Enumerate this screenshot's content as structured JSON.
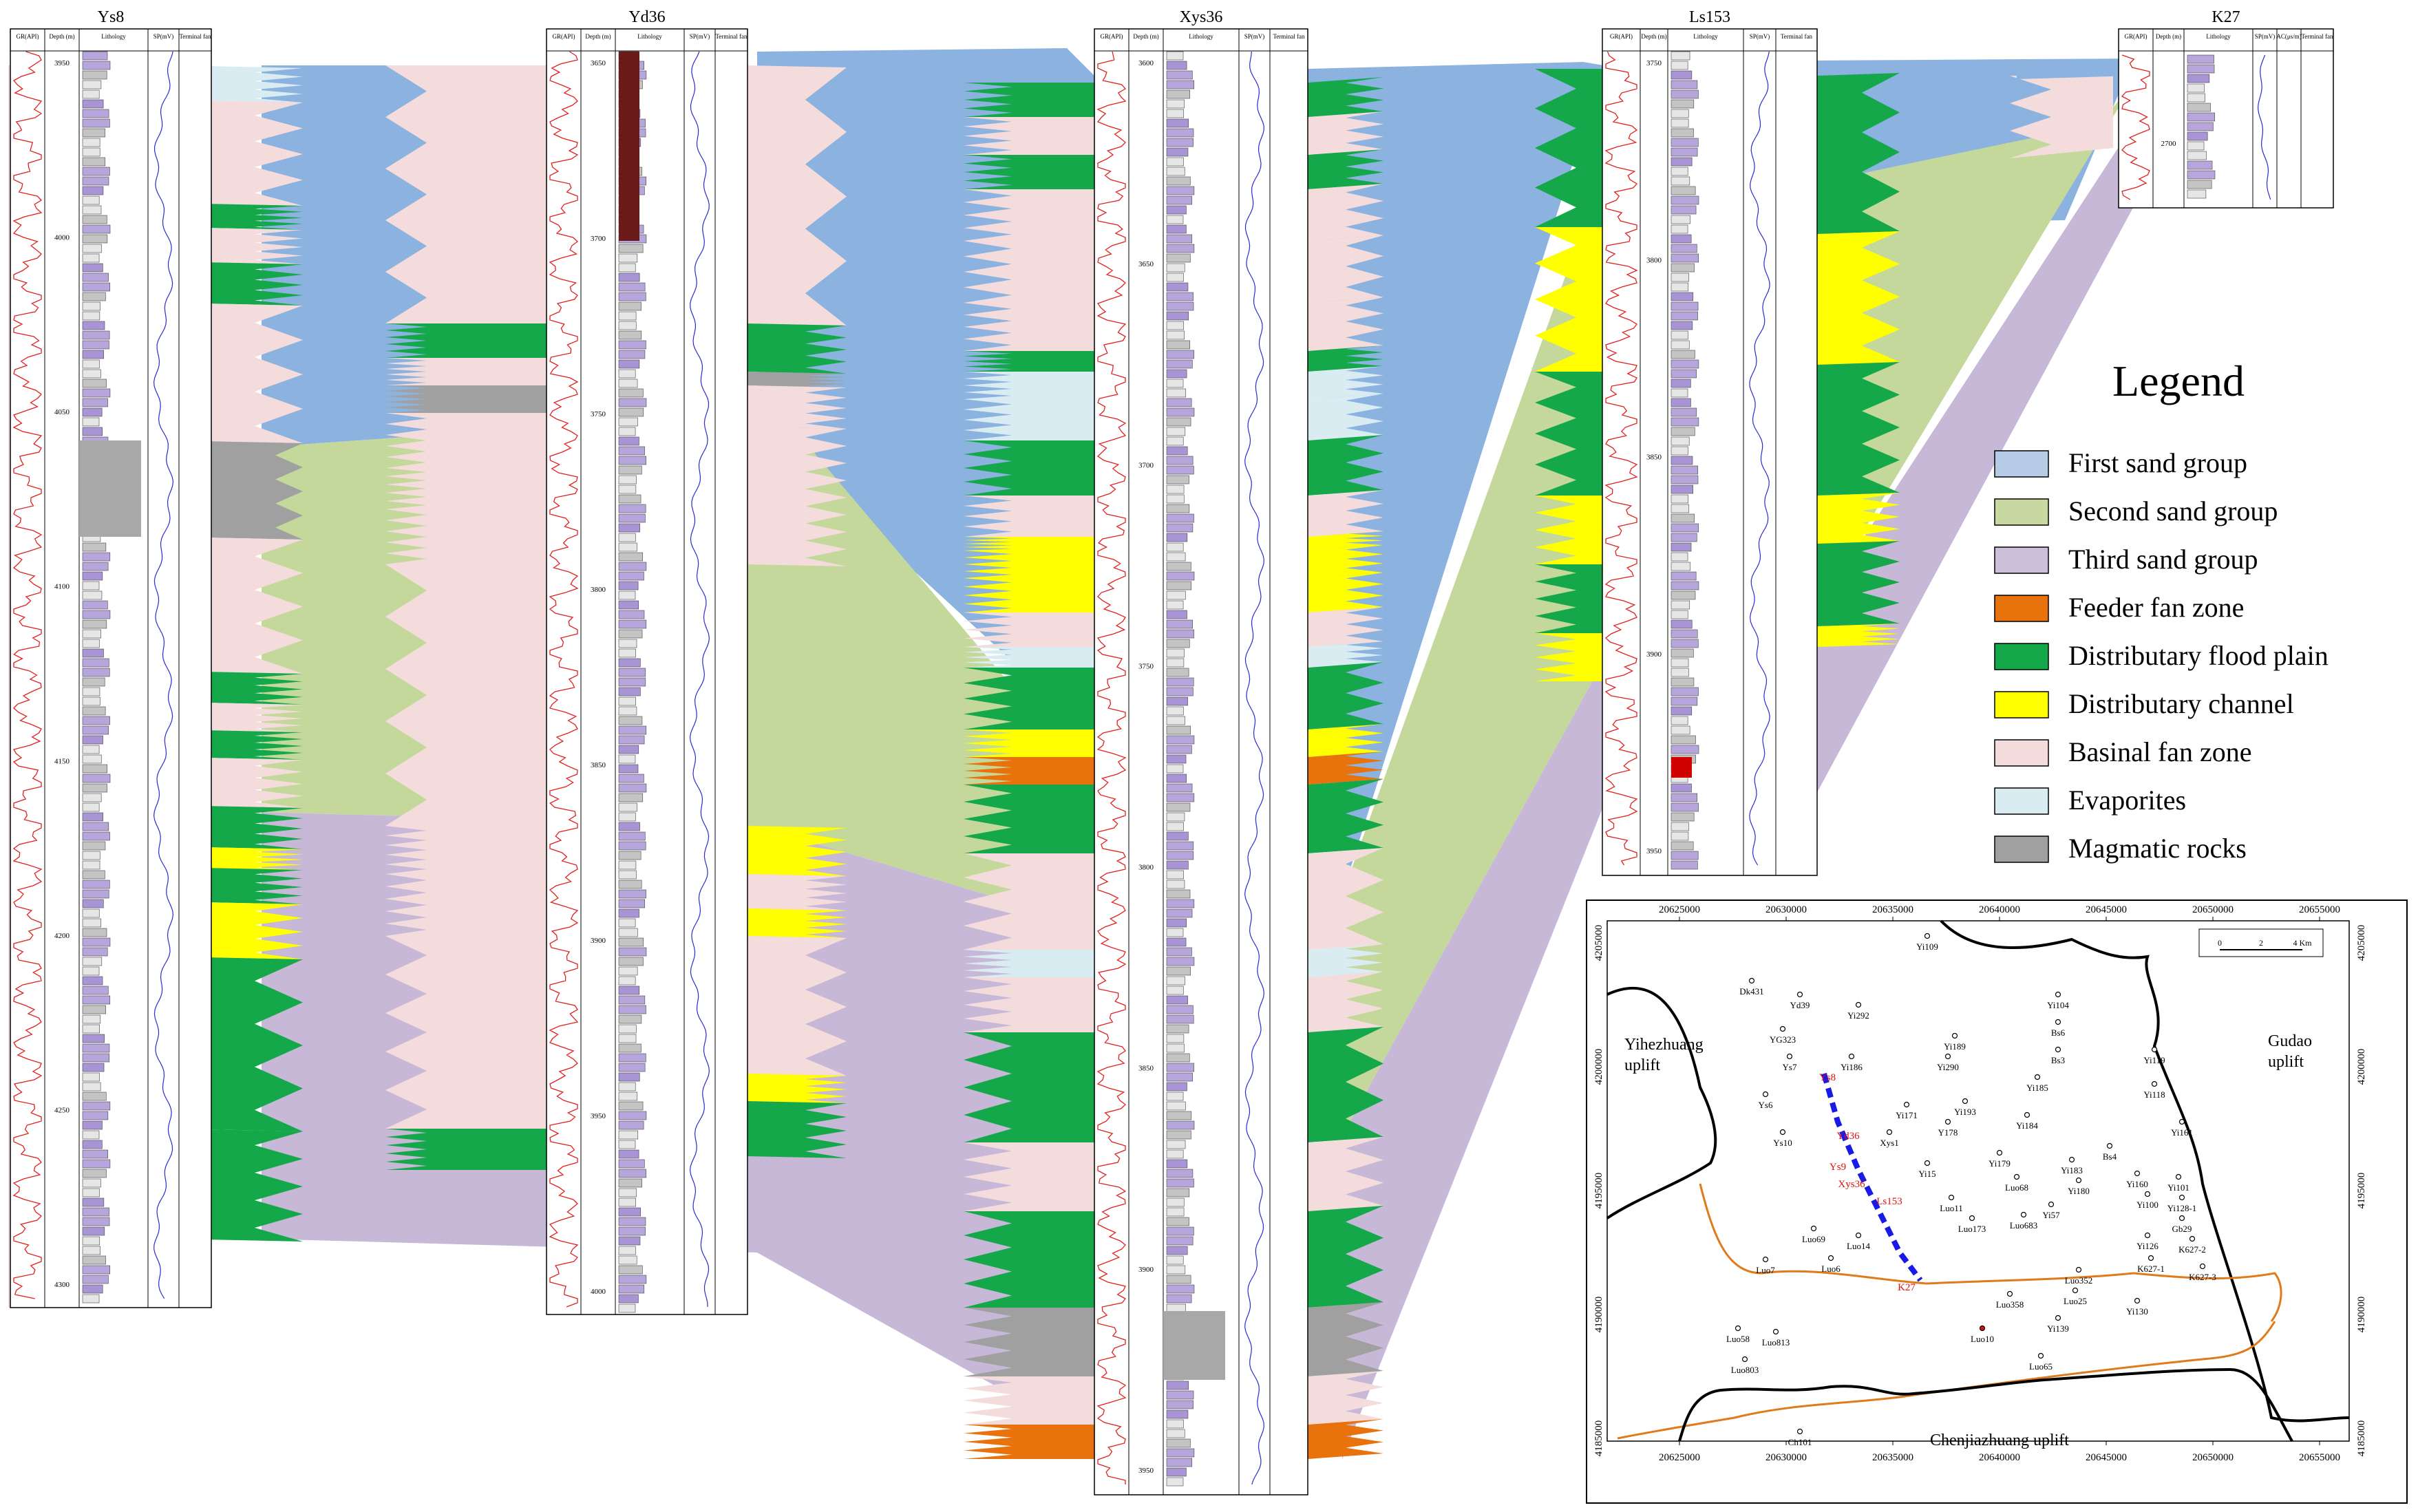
{
  "wells": [
    {
      "id": "ys8",
      "name": "Ys8",
      "headers": [
        "GR(API)",
        "Depth (m)",
        "Lithology",
        "SP(mV)",
        "Terminal fan"
      ],
      "depth_labels": [
        "3950",
        "4000",
        "4050",
        "4100",
        "4150",
        "4200",
        "4250",
        "4300"
      ]
    },
    {
      "id": "yd36",
      "name": "Yd36",
      "headers": [
        "GR(API)",
        "Depth (m)",
        "Lithology",
        "SP(mV)",
        "Terminal fan"
      ],
      "depth_labels": [
        "3650",
        "3700",
        "3750",
        "3800",
        "3850",
        "3900",
        "3950",
        "4000"
      ]
    },
    {
      "id": "xys36",
      "name": "Xys36",
      "headers": [
        "GR(API)",
        "Depth (m)",
        "Lithology",
        "SP(mV)",
        "Terminal fan"
      ],
      "depth_labels": [
        "3600",
        "3650",
        "3700",
        "3750",
        "3800",
        "3850",
        "3900",
        "3950"
      ]
    },
    {
      "id": "ls153",
      "name": "Ls153",
      "headers": [
        "GR(API)",
        "Depth (m)",
        "Lithology",
        "SP(mV)",
        "Terminal fan"
      ],
      "depth_labels": [
        "3750",
        "3800",
        "3850",
        "3900",
        "3950"
      ]
    },
    {
      "id": "k27",
      "name": "K27",
      "headers": [
        "GR(API)",
        "Depth (m)",
        "Lithology",
        "SP(mV)",
        "AC(μs/m)",
        "Terminal fan"
      ],
      "depth_labels": [
        "2700"
      ]
    }
  ],
  "legend": {
    "title": "Legend",
    "items": [
      {
        "label": "First sand group",
        "color": "#b5cbe6"
      },
      {
        "label": "Second sand group",
        "color": "#c7d9a0"
      },
      {
        "label": "Third sand group",
        "color": "#cbbfda"
      },
      {
        "label": "Feeder fan zone",
        "color": "#e8720c"
      },
      {
        "label": "Distributary flood plain",
        "color": "#14a84a"
      },
      {
        "label": "Distributary channel",
        "color": "#ffff00"
      },
      {
        "label": "Basinal fan zone",
        "color": "#f4dcdc"
      },
      {
        "label": "Evaporites",
        "color": "#d9ecf2"
      },
      {
        "label": "Magmatic rocks",
        "color": "#a0a0a0"
      }
    ]
  },
  "zone_colors": {
    "first": "#8cb2e0",
    "second": "#c5d89c",
    "third": "#c8b8d8",
    "feeder": "#e8720c",
    "flood": "#14a84a",
    "channel": "#ffff00",
    "basinal": "#f4dcdc",
    "evaporite": "#d9ecf2",
    "magmatic": "#a0a0a0"
  },
  "map": {
    "x_ticks": [
      "20625000",
      "20630000",
      "20635000",
      "20640000",
      "20645000",
      "20650000",
      "20655000"
    ],
    "y_ticks": [
      "4205000",
      "4200000",
      "4195000",
      "4190000",
      "4185000"
    ],
    "scale_labels": [
      "0",
      "2",
      "4 Km"
    ],
    "uplifts": [
      {
        "id": "yihezhuang",
        "lines": [
          "Yihezhuang",
          "uplift"
        ]
      },
      {
        "id": "gudao",
        "lines": [
          "Gudao",
          "uplift"
        ]
      },
      {
        "id": "chenjiazhuang",
        "lines": [
          "Chenjiazhuang uplift"
        ]
      }
    ],
    "wells_black": [
      "Yi109",
      "Dk431",
      "Yd39",
      "Yi292",
      "Yi104",
      "Bs6",
      "YG323",
      "Ys7",
      "Yi186",
      "Yi189",
      "Yi290",
      "Bs3",
      "Yi119",
      "Yi118",
      "Ys6",
      "Ys10",
      "Yi171",
      "Yi193",
      "Yi185",
      "Xys1",
      "Y178",
      "Yi184",
      "Bs4",
      "Yi161",
      "Yi179",
      "Yi183",
      "Yi15",
      "Luo68",
      "Yi180",
      "Yi160",
      "Yi101",
      "Yi100",
      "Yi128-1",
      "Luo11",
      "Yi57",
      "Luo683",
      "Luo173",
      "Gb29",
      "Luo69",
      "Luo14",
      "Yi126",
      "K627-2",
      "K627-1",
      "K627-3",
      "Luo7",
      "Luo6",
      "Luo352",
      "Luo358",
      "Luo25",
      "Yi130",
      "Luo10",
      "Yi139",
      "Luo58",
      "Luo813",
      "Luo803",
      "Luo65",
      "Ch101"
    ],
    "wells_red": [
      "Ys8",
      "Yd36",
      "Ys9",
      "Xys36",
      "Ls153",
      "K27"
    ]
  }
}
